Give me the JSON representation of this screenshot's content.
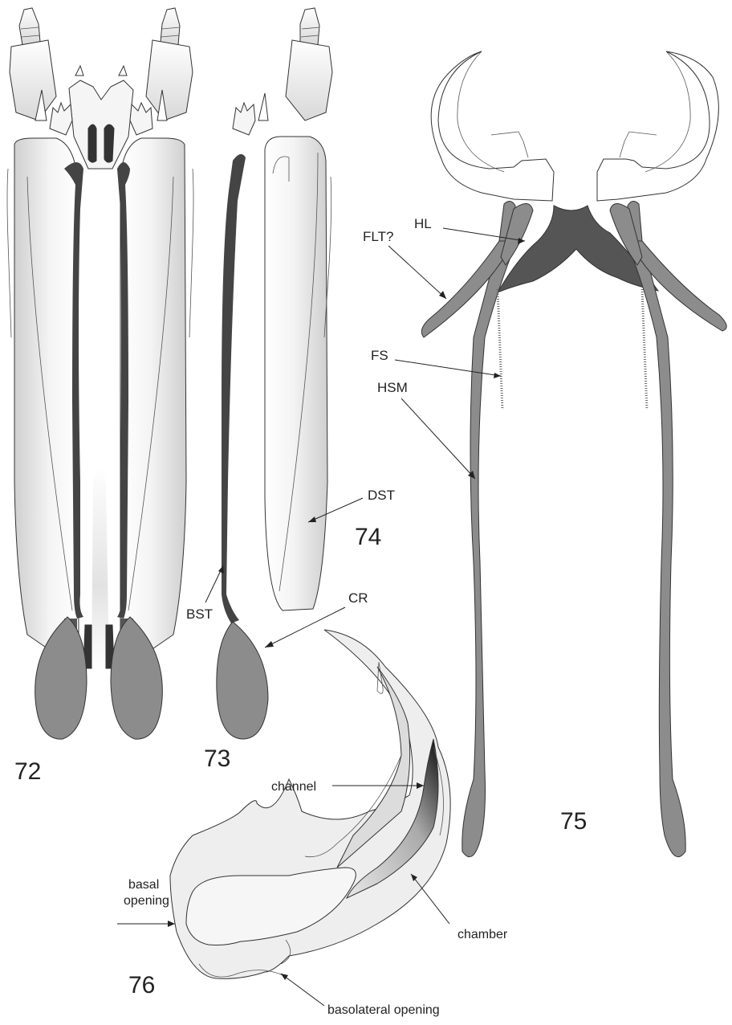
{
  "figure_numbers": {
    "f72": "72",
    "f73": "73",
    "f74": "74",
    "f75": "75",
    "f76": "76"
  },
  "labels": {
    "hl": "HL",
    "flt": "FLT?",
    "fs": "FS",
    "hsm": "HSM",
    "dst": "DST",
    "bst": "BST",
    "cr": "CR",
    "channel": "channel",
    "chamber": "chamber",
    "basal_opening_1": "basal",
    "basal_opening_2": "opening",
    "basolateral_opening": "basolateral opening"
  },
  "colors": {
    "dark_sclerite": "#555555",
    "medium_gray": "#8c8c8c",
    "light_fill": "#eeeeee",
    "outline": "#333333"
  }
}
